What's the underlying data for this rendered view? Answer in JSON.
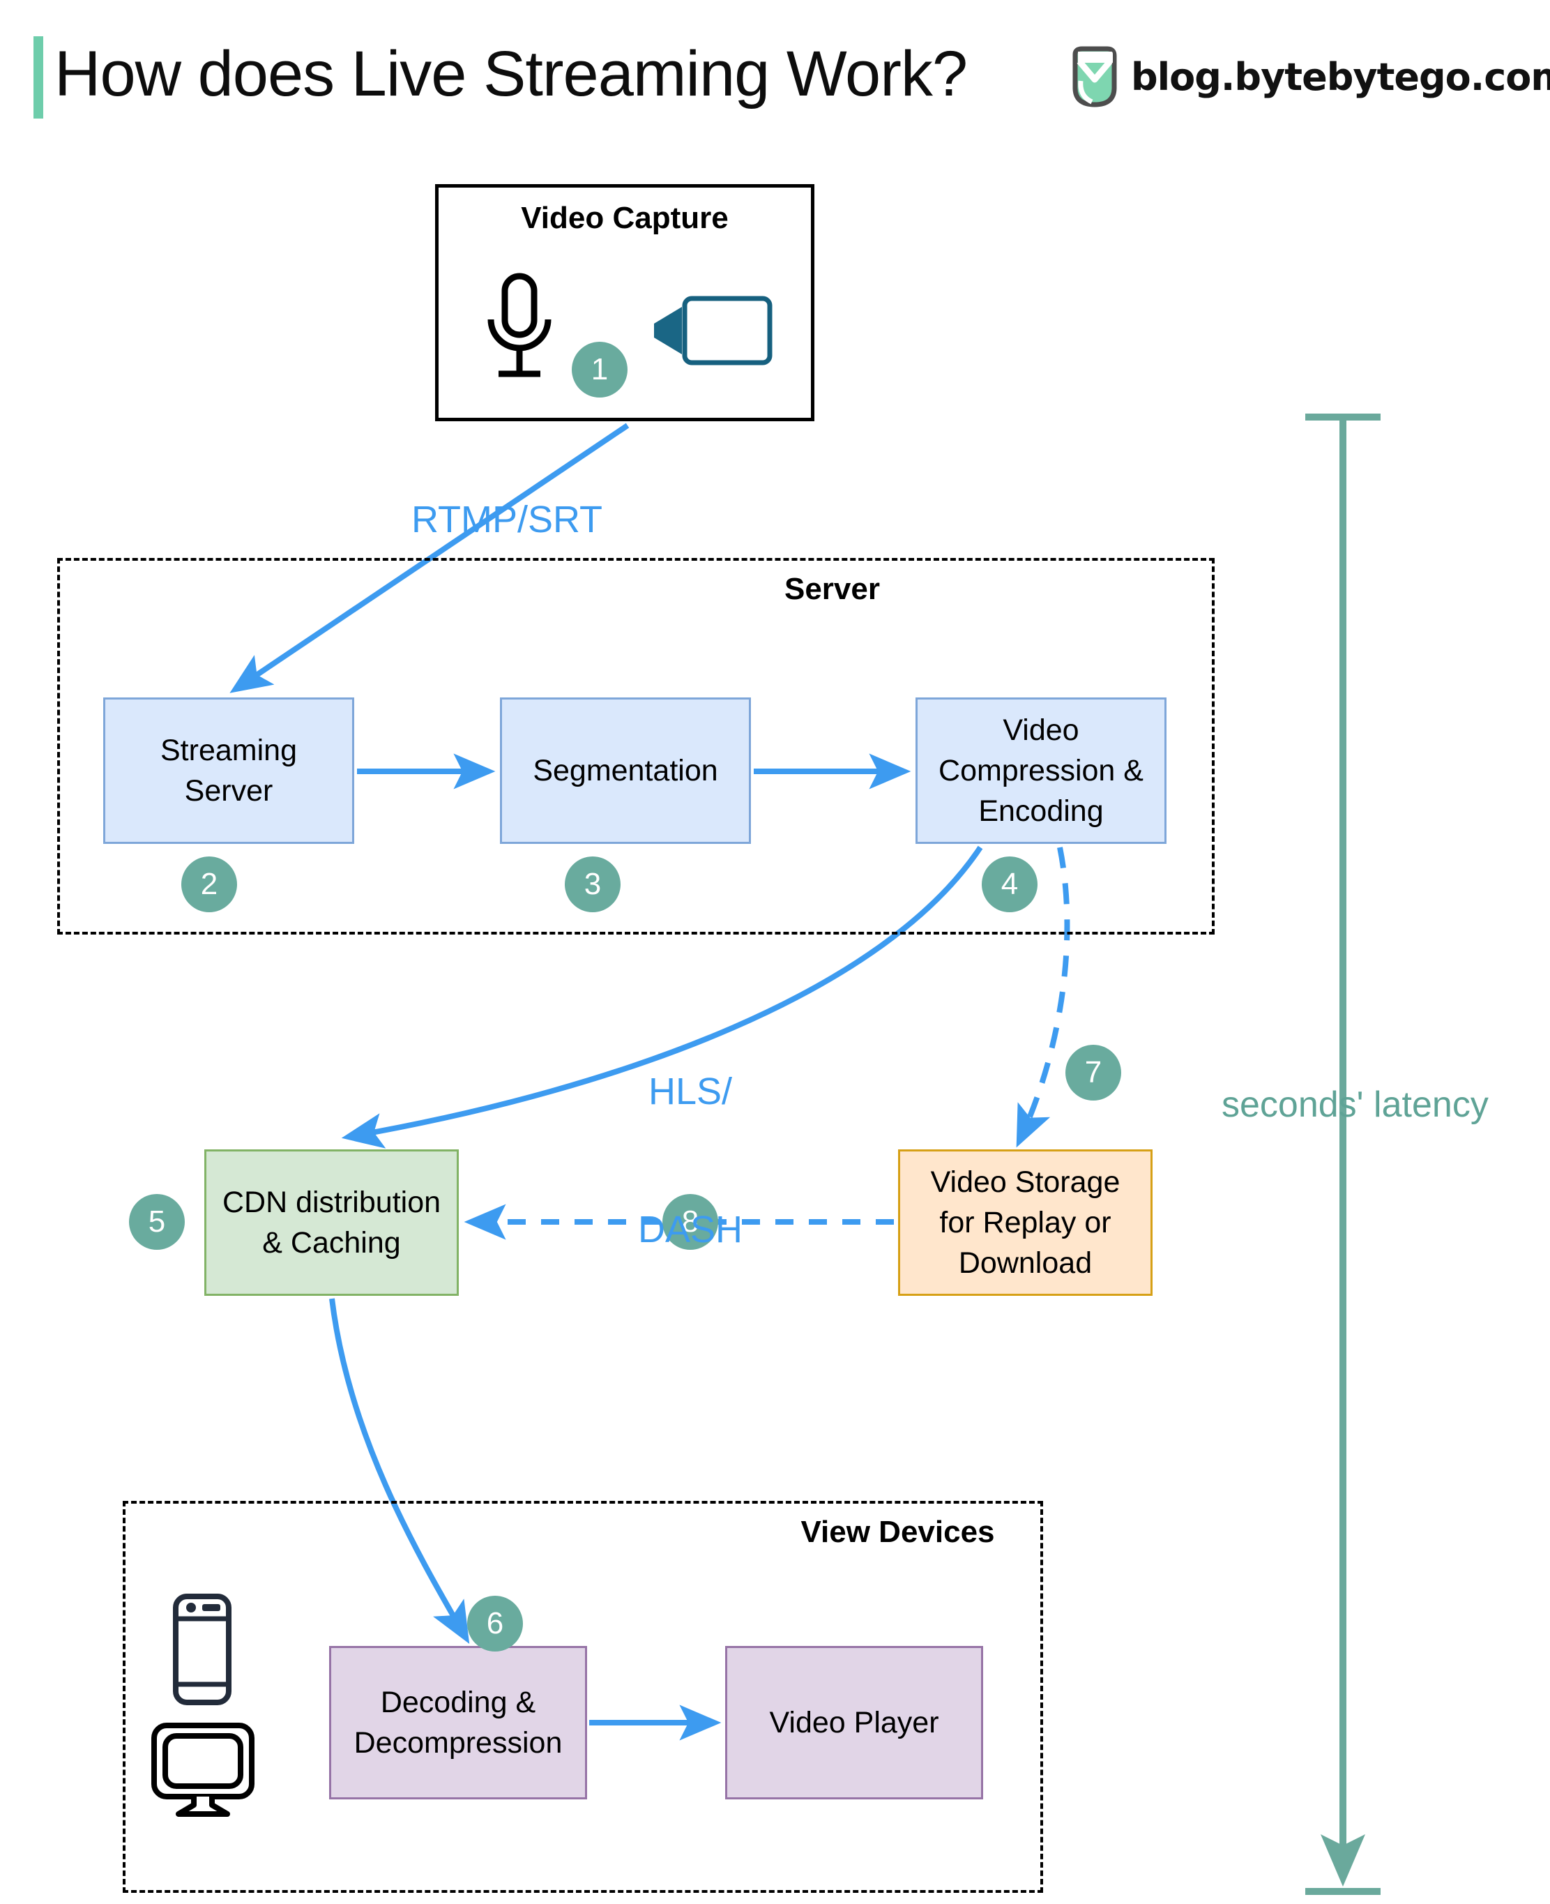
{
  "header": {
    "title": "How does Live Streaming Work?",
    "brand_text": "blog.bytebytego.com",
    "logo_icon": "bytebytego-leaf-logo-icon",
    "accent_color": "#6ecdab"
  },
  "colors": {
    "blue_fill": "#dae8fc",
    "blue_stroke": "#7ea6d9",
    "green_fill": "#d5e8d4",
    "green_stroke": "#82b366",
    "orange_fill": "#ffe6cc",
    "orange_stroke": "#d6a016",
    "purple_fill": "#e1d5e7",
    "purple_stroke": "#9673a6",
    "arrow_blue": "#3d9bf0",
    "badge_teal": "#69ab9e",
    "latency_teal": "#5fa396"
  },
  "groups": {
    "capture": {
      "title": "Video Capture",
      "icons": [
        "microphone-icon",
        "video-camera-icon"
      ]
    },
    "server": {
      "title": "Server"
    },
    "view_devices": {
      "title": "View Devices",
      "icons": [
        "smartphone-icon",
        "desktop-monitor-icon"
      ]
    }
  },
  "nodes": [
    {
      "id": "streaming-server",
      "label": "Streaming\nServer"
    },
    {
      "id": "segmentation",
      "label": "Segmentation"
    },
    {
      "id": "video-compression-encoding",
      "label": "Video\nCompression &\nEncoding"
    },
    {
      "id": "cdn-distribution-caching",
      "label": "CDN distribution\n& Caching"
    },
    {
      "id": "video-storage",
      "label": "Video Storage\nfor Replay or\nDownload"
    },
    {
      "id": "decoding-decompression",
      "label": "Decoding &\nDecompression"
    },
    {
      "id": "video-player",
      "label": "Video Player"
    }
  ],
  "node_labels": {
    "streaming_server": "Streaming Server",
    "streaming_server_l1": "Streaming",
    "streaming_server_l2": "Server",
    "segmentation": "Segmentation",
    "encode_l1": "Video",
    "encode_l2": "Compression &",
    "encode_l3": "Encoding",
    "cdn_l1": "CDN distribution",
    "cdn_l2": "& Caching",
    "storage_l1": "Video Storage",
    "storage_l2": "for Replay or",
    "storage_l3": "Download",
    "decode_l1": "Decoding &",
    "decode_l2": "Decompression",
    "player": "Video Player"
  },
  "steps": [
    {
      "number": "1",
      "for": "video-capture"
    },
    {
      "number": "2",
      "for": "streaming-server"
    },
    {
      "number": "3",
      "for": "segmentation"
    },
    {
      "number": "4",
      "for": "video-compression-encoding"
    },
    {
      "number": "5",
      "for": "cdn-distribution-caching"
    },
    {
      "number": "6",
      "for": "decoding-decompression"
    },
    {
      "number": "7",
      "for": "encode-to-storage"
    },
    {
      "number": "8",
      "for": "storage-to-cdn"
    }
  ],
  "edge_labels": {
    "rtmp_srt": "RTMP/SRT",
    "hls_line1": "HLS/",
    "hls_line2": "DASH"
  },
  "annotations": {
    "latency": "seconds' latency"
  }
}
